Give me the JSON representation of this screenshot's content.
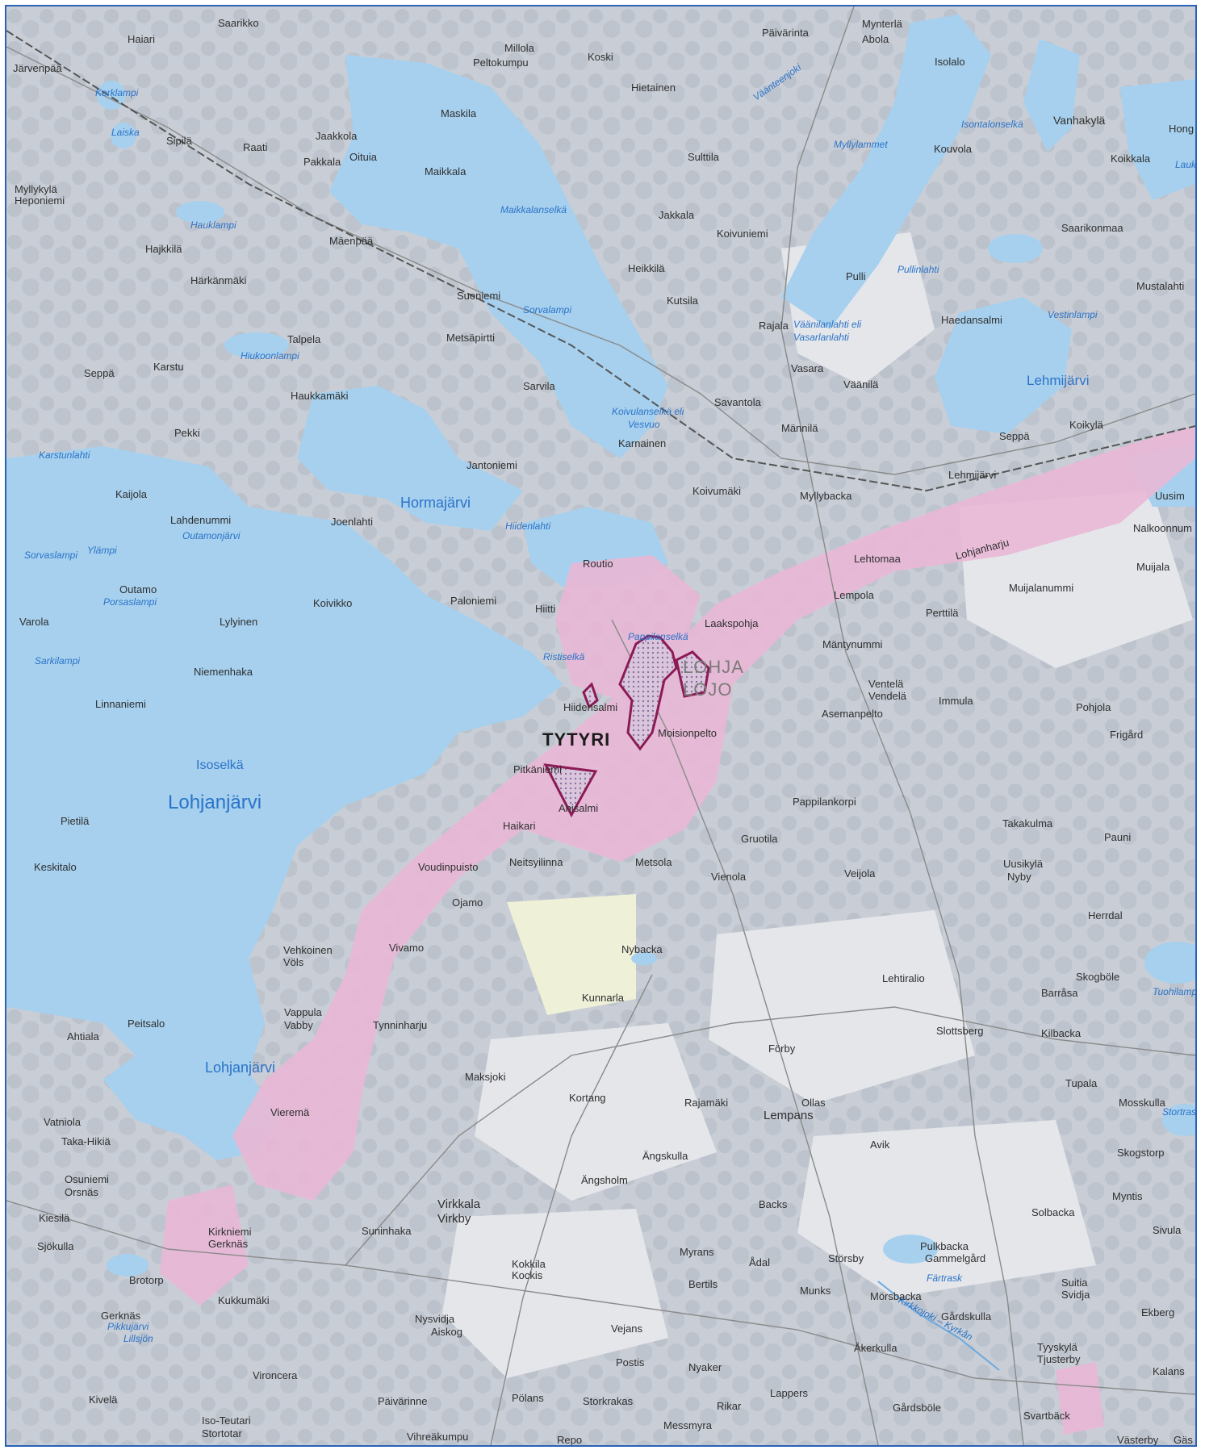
{
  "map": {
    "colors": {
      "land": "#c9ced6",
      "forest": "#b9bfc9",
      "water": "#a6d0ee",
      "urban": "#e9b8d6",
      "field": "#e6e8ea",
      "site_outline": "#8c1a55",
      "site_fill": "#c7a9c9",
      "frame": "#2a62b6",
      "water_text": "#2b73c8"
    },
    "town_name": "LOHJA",
    "town_name_sv": "LOJO",
    "site_label": "TYTYRI",
    "lake_labels": {
      "lohjanjarvi_1": "Lohjanjärvi",
      "lohjanjarvi_2": "Lohjanjärvi",
      "isoselka": "Isoselkä",
      "hormajarvi": "Hormajärvi",
      "lehmijarvi": "Lehmijärvi",
      "ristiselka": "Ristiselkä",
      "pappilanselka": "Pappilanselkä",
      "maikkalanselka": "Maikkalanselkä",
      "koivulanselka": "Koivulanselkä eli",
      "vesvuo": "Vesvuo",
      "hiidenlahti": "Hiidenlahti",
      "outamonjarvi": "Outamonjärvi",
      "isontalonselka": "Isontalonselkä",
      "myllylammet": "Myllylammet",
      "vaanteenjoki": "Väänteenjoki",
      "pullinlahti": "Pullinlahti",
      "vaanilanlahti": "Väänilanlahti eli",
      "vasarlanlahti": "Vasarlanlahti",
      "vestinlampi": "Vestinlampi",
      "sorvalampi": "Sorvalampi",
      "hiukoonlampi": "Hiukoonlampi",
      "hauklampi": "Hauklampi",
      "karstunlahti": "Karstunlahti",
      "kerklampi": "Kerklampi",
      "laiska": "Laiska",
      "sarkilampi": "Sarkilampi",
      "porsaslampi": "Porsaslampi",
      "sorvaslampi": "Sorvaslampi",
      "ylampi": "Ylämpi",
      "kirkkojoki": "Kirkkojoki – Kyrkån",
      "fartrask": "Färtrask",
      "pikkujarvi": "Pikkujärvi",
      "lillsjon": "Lillsjön",
      "tuohilampi": "Tuohilamp",
      "stortrask": "Stortrask",
      "laukla": "Laukla"
    },
    "place_names": {
      "saarikko": "Saarikko",
      "haiari": "Haiari",
      "jarvenpaa": "Järvenpää",
      "millola": "Millola",
      "peltokumpu": "Peltokumpu",
      "koski": "Koski",
      "paivarinta": "Päivärinta",
      "mynterla": "Mynterlä",
      "abola": "Abola",
      "isolalo": "Isolalo",
      "hong": "Hong",
      "hietainen": "Hietainen",
      "maskila": "Maskila",
      "jaakkola": "Jaakkola",
      "raati": "Raati",
      "sipila": "Sipilä",
      "oituia": "Oituia",
      "pakkala": "Pakkala",
      "maikkala": "Maikkala",
      "sulttila": "Sulttila",
      "vanhakyla": "Vanhakylä",
      "kouvola": "Kouvola",
      "koikkala": "Koikkala",
      "myllykyla": "Myllykylä",
      "heponiemi": "Heponiemi",
      "jakkala": "Jakkala",
      "koivuniemi": "Koivuniemi",
      "saarikonmaa": "Saarikonmaa",
      "hajkkila": "Hajkkilä",
      "maenpaa": "Mäenpää",
      "harkanmaki": "Härkänmäki",
      "heikkila": "Heikkilä",
      "pulli": "Pulli",
      "mustalahti": "Mustalahti",
      "suoniemi": "Suoniemi",
      "kutsila": "Kutsila",
      "rajala": "Rajala",
      "haedansalmi": "Haedansalmi",
      "talpela": "Talpela",
      "metsapirtti": "Metsäpirtti",
      "karstu": "Karstu",
      "seppa": "Seppä",
      "vasara": "Vasara",
      "vaanila": "Väänilä",
      "sarvila": "Sarvila",
      "haukkamaki": "Haukkamäki",
      "savantola": "Savantola",
      "pekki": "Pekki",
      "mannila": "Männilä",
      "karnainen": "Karnainen",
      "seppa2": "Seppä",
      "koikyla": "Koikylä",
      "jantoniemi": "Jantoniemi",
      "kaijola": "Kaijola",
      "lahdenummi": "Lahdenummi",
      "joenlahti": "Joenlahti",
      "lehmijarvi_v": "Lehmijärvi",
      "koivumaki": "Koivumäki",
      "myllybacka": "Myllybacka",
      "uusimaa": "Uusim",
      "nalkoonnummi": "Nalkoonnum",
      "routio": "Routio",
      "lohjanharju": "Lohjanharju",
      "lehtomaa": "Lehtomaa",
      "muijala": "Muijala",
      "outamo": "Outamo",
      "paloniemi": "Paloniemi",
      "koivikko": "Koivikko",
      "hiitti": "Hiitti",
      "lempola": "Lempola",
      "muijalanummi": "Muijalanummi",
      "varola": "Varola",
      "lylyinen": "Lylyinen",
      "laakspohja": "Laakspohja",
      "perttila": "Perttilä",
      "mantynummi": "Mäntynummi",
      "niemenhaka": "Niemenhaka",
      "linnaniemi": "Linnaniemi",
      "hiidensalmi": "Hiidensalmi",
      "ventela": "Ventelä",
      "vendela": "Vendelä",
      "immula": "Immula",
      "asemanpelto": "Asemanpelto",
      "pohjola": "Pohjola",
      "frigard": "Frigård",
      "moisionpelto": "Moisionpelto",
      "pitkaniemi": "Pitkäniemi",
      "anisalmi": "Anisalmi",
      "pappilankorpi": "Pappilankorpi",
      "pietila": "Pietilä",
      "haikari": "Haikari",
      "takakulma": "Takakulma",
      "gruotila": "Gruotila",
      "pauni": "Pauni",
      "keskitalo": "Keskitalo",
      "voudinpuisto": "Voudinpuisto",
      "neitsyilinna": "Neitsyilinna",
      "metsola": "Metsola",
      "vienola": "Vienola",
      "veijola": "Veijola",
      "uusikyla": "Uusikylä",
      "nyby": "Nyby",
      "ojamo": "Ojamo",
      "herrdal": "Herrdal",
      "vivamo": "Vivamo",
      "vehkoinen": "Vehkoinen",
      "vols": "Völs",
      "nybacka": "Nybacka",
      "lehtiralio": "Lehtiralio",
      "skogbole": "Skogböle",
      "barrasa": "Barråsa",
      "kunnarla": "Kunnarla",
      "vappula": "Vappula",
      "vabby": "Vabby",
      "peitsalo": "Peitsalo",
      "ahtiala": "Ahtiala",
      "tynninharju": "Tynninharju",
      "forby": "Förby",
      "slottsberg": "Slottsberg",
      "kilbacka": "Kilbacka",
      "maksjoki": "Maksjoki",
      "tupala": "Tupala",
      "mosskulla": "Mosskulla",
      "vatniola": "Vatniola",
      "vierema": "Vieremä",
      "kortang": "Kortang",
      "rajamaki": "Rajamäki",
      "ollas": "Ollas",
      "lempans": "Lempans",
      "takahikia": "Taka-Hikiä",
      "avik": "Avik",
      "skogstorp": "Skogstorp",
      "osuniemi": "Osuniemi",
      "orsnas": "Orsnäs",
      "angskulla": "Ängskulla",
      "angsholm": "Ängsholm",
      "myntis": "Myntis",
      "kiesila": "Kiesilä",
      "backs": "Backs",
      "solbacka": "Solbacka",
      "virkkala": "Virkkala",
      "virkby": "Virkby",
      "sjokulla": "Sjökulla",
      "suninhaka": "Suninhaka",
      "sivula": "Sivula",
      "kirkniemi": "Kirkniemi",
      "gerknas": "Gerknäs",
      "pulkbacka": "Pulkbacka",
      "gammelgard": "Gammelgård",
      "myrans": "Myrans",
      "adal": "Ådal",
      "storsby": "Störsby",
      "kokkila": "Kokkila",
      "kockis": "Kockis",
      "bertils": "Bertils",
      "suitia": "Suitia",
      "svidja": "Svidja",
      "brotorp": "Brotorp",
      "kukkumaki": "Kukkumäki",
      "munks": "Munks",
      "morsbacka": "Mörsbacka",
      "gardskulla": "Gårdskulla",
      "ekberg": "Ekberg",
      "gerknas2": "Gerknäs",
      "nysvidja": "Nysvidja",
      "aiskog": "Aiskog",
      "vejans": "Vejans",
      "akerkulla": "Åkerkulla",
      "tyyskyla": "Tyyskylä",
      "tjusterby": "Tjusterby",
      "postis": "Postis",
      "nyaker": "Nyaker",
      "kalans": "Kalans",
      "vironcera": "Vironcera",
      "kivela": "Kivelä",
      "paivarinne": "Päivärinne",
      "polans": "Pölans",
      "storkrakas": "Storkrakas",
      "rikar": "Rikar",
      "lappers": "Lappers",
      "gardsbole": "Gårdsböle",
      "svartback": "Svartbäck",
      "messmyra": "Messmyra",
      "isoteutari": "Iso-Teutari",
      "stortotar": "Stortotar",
      "vihreakumpu": "Vihreäkumpu",
      "repo": "Repo",
      "vasterby": "Västerby",
      "gas": "Gäs"
    }
  }
}
